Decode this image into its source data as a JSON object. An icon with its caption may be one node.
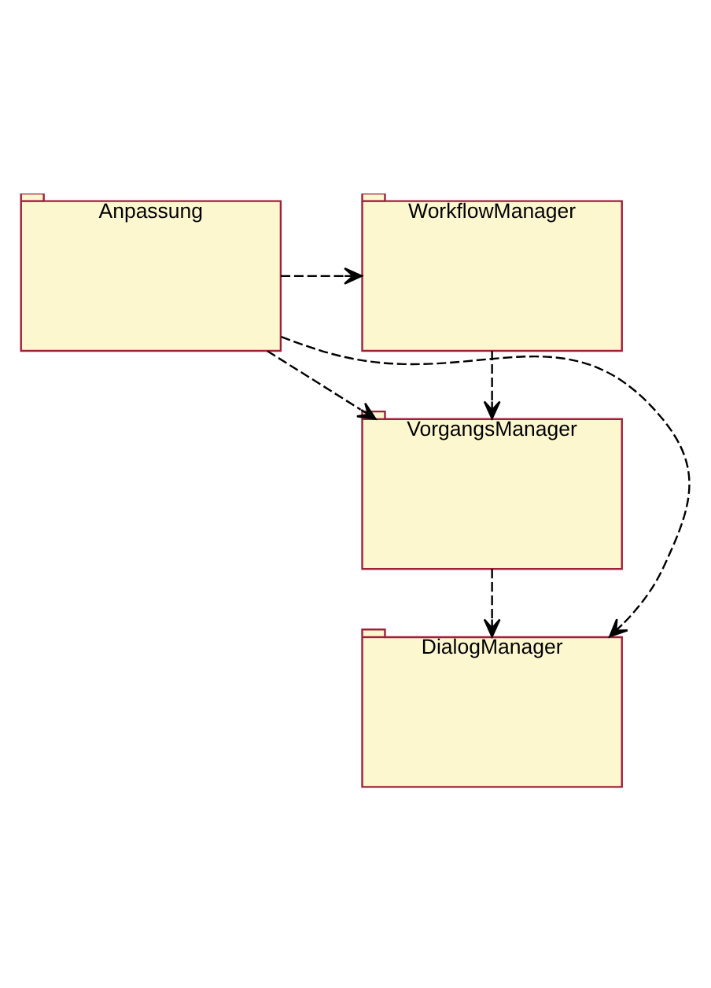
{
  "diagram": {
    "nodes": [
      {
        "text": [
          "Anpassung"
        ]
      },
      {
        "text": [
          "WorkflowManager"
        ]
      },
      {
        "text": [
          "VorgangsManager"
        ]
      },
      {
        "text": [
          "DialogManager"
        ]
      }
    ],
    "edges": [
      {
        "from": 0,
        "to": 1,
        "arrow": "to",
        "style": "dashed"
      },
      {
        "from": 1,
        "to": 2,
        "arrow": "to",
        "style": "dashed"
      },
      {
        "from": 0,
        "to": 2,
        "arrow": "to",
        "style": "dashed"
      },
      {
        "from": 2,
        "to": 3,
        "arrow": "to",
        "style": "dashed"
      },
      {
        "from": 0,
        "to": 3,
        "arrow": "to",
        "style": "dashed"
      }
    ]
  }
}
